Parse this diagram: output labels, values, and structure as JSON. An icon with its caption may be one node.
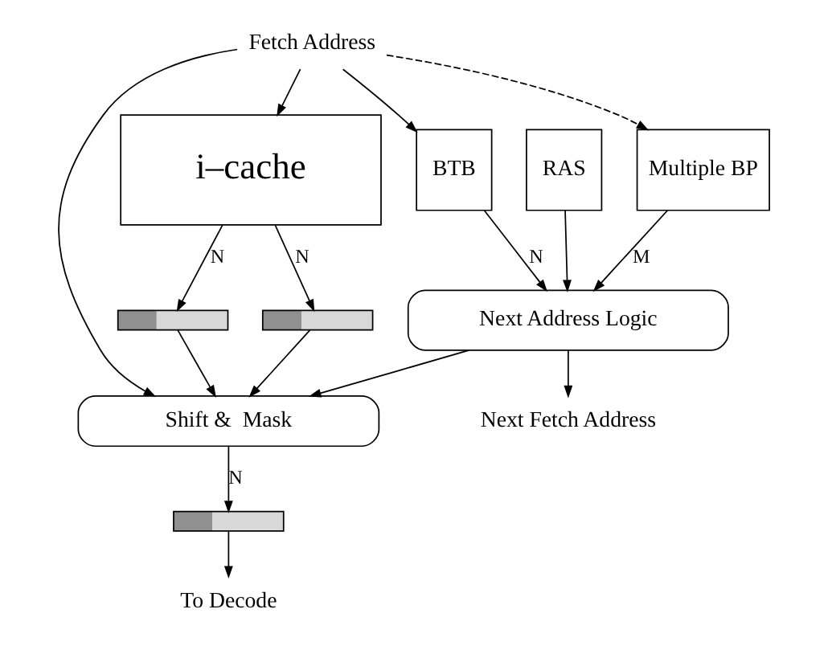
{
  "diagram": {
    "nodes": [
      {
        "text": [
          "Fetch Address"
        ]
      },
      {
        "text": [
          "i–cache"
        ]
      },
      {
        "text": [
          "BTB"
        ]
      },
      {
        "text": [
          "RAS"
        ]
      },
      {
        "text": [
          "Multiple BP"
        ]
      },
      {
        "text": [],
        "shape": "bar"
      },
      {
        "text": [],
        "shape": "bar"
      },
      {
        "text": [
          "Next Address Logic"
        ]
      },
      {
        "text": [
          "Shift &  Mask"
        ]
      },
      {
        "text": [],
        "shape": "bar"
      },
      {
        "text": [
          "To Decode"
        ]
      },
      {
        "text": [
          "Next Fetch Address"
        ]
      }
    ],
    "edges": [
      {
        "from": 0,
        "to": 1,
        "arrow": "to"
      },
      {
        "from": 0,
        "to": 2,
        "arrow": "to"
      },
      {
        "from": 0,
        "to": 4,
        "arrow": "to",
        "style": "dashed"
      },
      {
        "from": 0,
        "to": 8,
        "arrow": "to"
      },
      {
        "from": 1,
        "to": 5,
        "arrow": "to",
        "label": "N"
      },
      {
        "from": 1,
        "to": 6,
        "arrow": "to",
        "label": "N"
      },
      {
        "from": 5,
        "to": 8,
        "arrow": "to"
      },
      {
        "from": 6,
        "to": 8,
        "arrow": "to"
      },
      {
        "from": 2,
        "to": 7,
        "arrow": "to",
        "label": "N"
      },
      {
        "from": 3,
        "to": 7,
        "arrow": "to"
      },
      {
        "from": 4,
        "to": 7,
        "arrow": "to",
        "label": "M"
      },
      {
        "from": 7,
        "to": 8,
        "arrow": "to"
      },
      {
        "from": 7,
        "to": 11,
        "arrow": "to"
      },
      {
        "from": 8,
        "to": 9,
        "arrow": "to",
        "label": "N"
      },
      {
        "from": 9,
        "to": 10,
        "arrow": "to"
      }
    ]
  }
}
